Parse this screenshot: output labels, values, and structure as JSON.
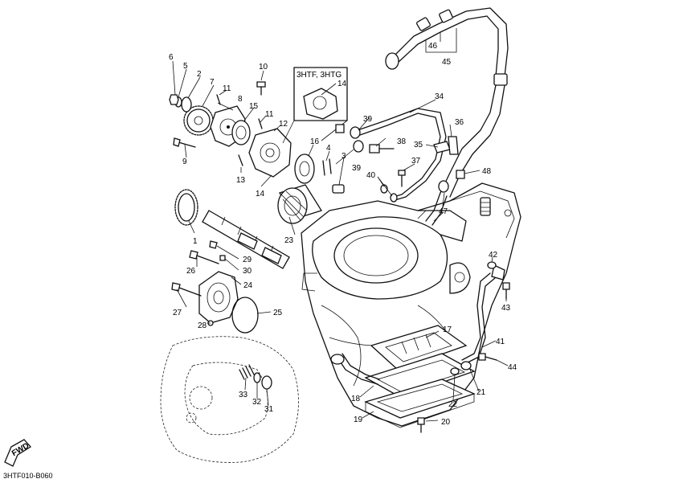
{
  "diagram": {
    "variant_box_label": "3HTF, 3HTG",
    "drawing_code": "3HTF010-B060",
    "fwd_label": "FWD",
    "callouts": [
      {
        "id": "c1",
        "text": "1"
      },
      {
        "id": "c2",
        "text": "2"
      },
      {
        "id": "c3",
        "text": "3"
      },
      {
        "id": "c4",
        "text": "4"
      },
      {
        "id": "c5",
        "text": "5"
      },
      {
        "id": "c6",
        "text": "6"
      },
      {
        "id": "c7",
        "text": "7"
      },
      {
        "id": "c8",
        "text": "8"
      },
      {
        "id": "c9",
        "text": "9"
      },
      {
        "id": "c10",
        "text": "10"
      },
      {
        "id": "c11a",
        "text": "11"
      },
      {
        "id": "c11b",
        "text": "11"
      },
      {
        "id": "c12",
        "text": "12"
      },
      {
        "id": "c13",
        "text": "13"
      },
      {
        "id": "c14a",
        "text": "14"
      },
      {
        "id": "c14b",
        "text": "14"
      },
      {
        "id": "c15",
        "text": "15"
      },
      {
        "id": "c16",
        "text": "16"
      },
      {
        "id": "c17",
        "text": "17"
      },
      {
        "id": "c18",
        "text": "18"
      },
      {
        "id": "c19",
        "text": "19"
      },
      {
        "id": "c20",
        "text": "20"
      },
      {
        "id": "c21",
        "text": "21"
      },
      {
        "id": "c22",
        "text": "22"
      },
      {
        "id": "c23",
        "text": "23"
      },
      {
        "id": "c24",
        "text": "24"
      },
      {
        "id": "c25",
        "text": "25"
      },
      {
        "id": "c26",
        "text": "26"
      },
      {
        "id": "c27",
        "text": "27"
      },
      {
        "id": "c28",
        "text": "28"
      },
      {
        "id": "c29",
        "text": "29"
      },
      {
        "id": "c30",
        "text": "30"
      },
      {
        "id": "c31",
        "text": "31"
      },
      {
        "id": "c32",
        "text": "32"
      },
      {
        "id": "c33",
        "text": "33"
      },
      {
        "id": "c34",
        "text": "34"
      },
      {
        "id": "c35",
        "text": "35"
      },
      {
        "id": "c36",
        "text": "36"
      },
      {
        "id": "c37",
        "text": "37"
      },
      {
        "id": "c38",
        "text": "38"
      },
      {
        "id": "c39a",
        "text": "39"
      },
      {
        "id": "c39b",
        "text": "39"
      },
      {
        "id": "c40",
        "text": "40"
      },
      {
        "id": "c41",
        "text": "41"
      },
      {
        "id": "c42",
        "text": "42"
      },
      {
        "id": "c43",
        "text": "43"
      },
      {
        "id": "c44",
        "text": "44"
      },
      {
        "id": "c45",
        "text": "45"
      },
      {
        "id": "c46",
        "text": "46"
      },
      {
        "id": "c47",
        "text": "47"
      },
      {
        "id": "c48",
        "text": "48"
      }
    ]
  }
}
